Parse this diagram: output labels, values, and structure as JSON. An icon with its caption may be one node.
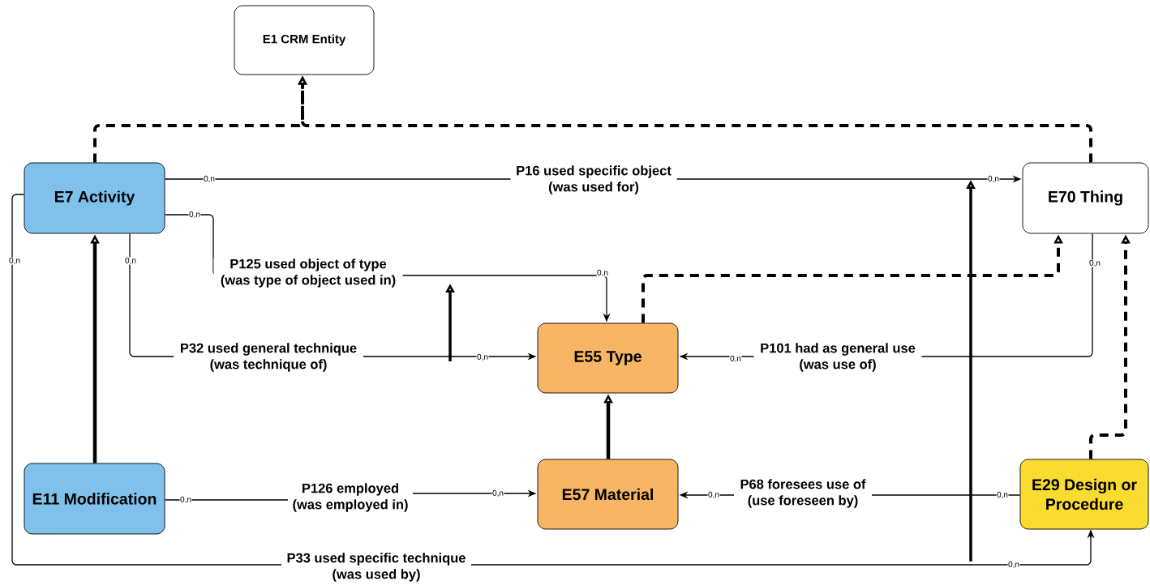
{
  "diagram": {
    "nodes": [
      {
        "text": [
          "E1 CRM Entity"
        ]
      },
      {
        "text": [
          "E7 Activity"
        ]
      },
      {
        "text": [
          "E70 Thing"
        ]
      },
      {
        "text": [
          "E55 Type"
        ]
      },
      {
        "text": [
          "E11 Modification"
        ]
      },
      {
        "text": [
          "E57 Material"
        ]
      },
      {
        "text": [
          "E29 Design or Procedure"
        ]
      }
    ],
    "edges": [
      {
        "from": 1,
        "to": 0,
        "arrow": "to",
        "style": "dashed"
      },
      {
        "from": 2,
        "to": 0,
        "arrow": "to",
        "style": "dashed"
      },
      {
        "from": 4,
        "to": 1,
        "arrow": "to",
        "style": "thick"
      },
      {
        "from": 5,
        "to": 3,
        "arrow": "to",
        "style": "thick"
      },
      {
        "from": 3,
        "to": 2,
        "arrow": "to",
        "style": "dashed"
      },
      {
        "from": 6,
        "to": 2,
        "arrow": "to",
        "style": "dashed"
      },
      {
        "from": 1,
        "to": 2,
        "arrow": "to",
        "label": "P16 used specific object (was used for)"
      },
      {
        "from": 1,
        "to": 3,
        "arrow": "to",
        "label": "P125 used object of type (was type of object used in)"
      },
      {
        "from": 1,
        "to": 3,
        "arrow": "to",
        "label": "P32 used general technique (was technique of)"
      },
      {
        "from": 2,
        "to": 3,
        "arrow": "to",
        "label": "P101 had as general use (was use of)"
      },
      {
        "from": 4,
        "to": 5,
        "arrow": "to",
        "label": "P126 employed (was employed in)"
      },
      {
        "from": 6,
        "to": 5,
        "arrow": "to",
        "label": "P68 foresees use of (use foreseen by)"
      },
      {
        "from": 1,
        "to": 6,
        "arrow": "to",
        "label": "P33 used specific technique (was used by)"
      }
    ],
    "labels": [
      "0,n",
      "0,n",
      "0,n",
      "0,n",
      "0,n",
      "0,n",
      "0,n",
      "0,n",
      "0,n",
      "0,n",
      "0,n",
      "0,n",
      "0,n",
      "0,n"
    ]
  }
}
